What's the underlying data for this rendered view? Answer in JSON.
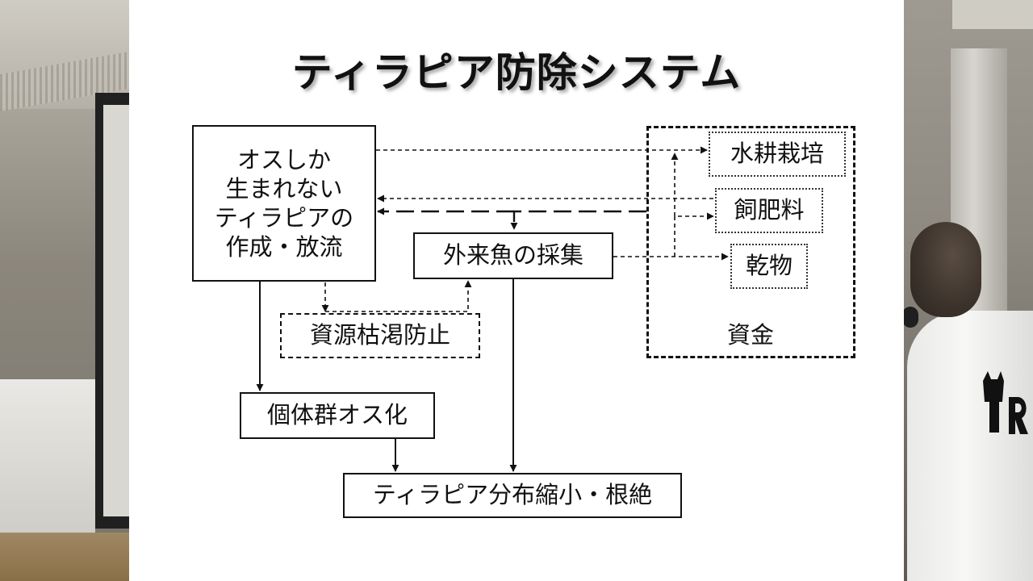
{
  "slide": {
    "title": "ティラピア防除システム",
    "nodes": {
      "male_only_line1": "オスしか",
      "male_only_line2": "生まれない",
      "male_only_line3": "ティラピアの",
      "male_only_line4": "作成・放流",
      "alien_fish": "外来魚の採集",
      "resource_protection": "資源枯渇防止",
      "population_male": "個体群オス化",
      "eradication": "ティラピア分布縮小・根絶",
      "hydroponics": "水耕栽培",
      "feed_fertilizer": "飼肥料",
      "dried_goods": "乾物",
      "funds": "資金"
    }
  },
  "colors": {
    "slide_background": "#ffffff",
    "line": "#111111"
  }
}
